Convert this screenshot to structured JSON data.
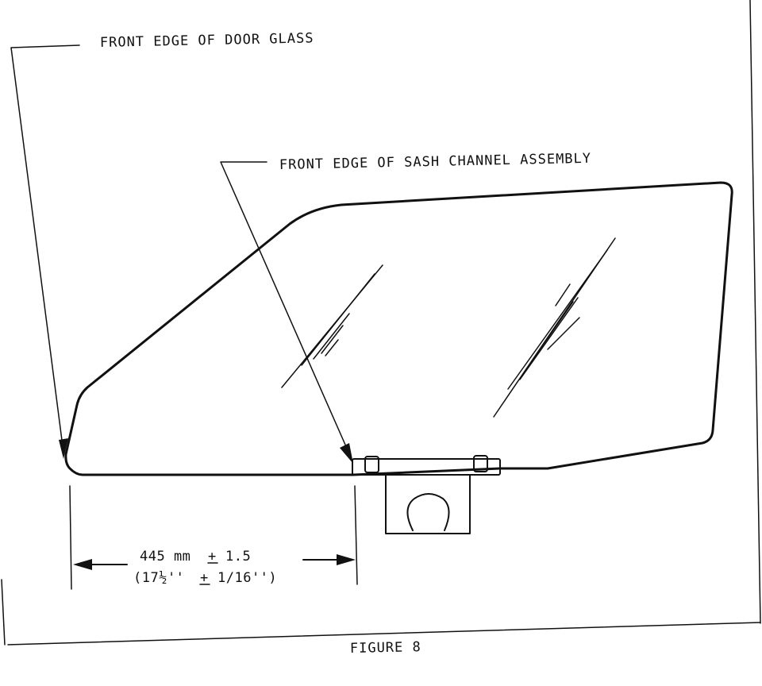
{
  "labels": {
    "door_glass": "FRONT EDGE OF DOOR GLASS",
    "sash_channel": "FRONT EDGE OF SASH CHANNEL ASSEMBLY",
    "figure": "FIGURE 8"
  },
  "dimension": {
    "metric": "445 mm",
    "metric_tol": "1.5",
    "imperial_open": "(17½''",
    "imperial_tol": "1/16'')",
    "plus_minus": "+"
  }
}
